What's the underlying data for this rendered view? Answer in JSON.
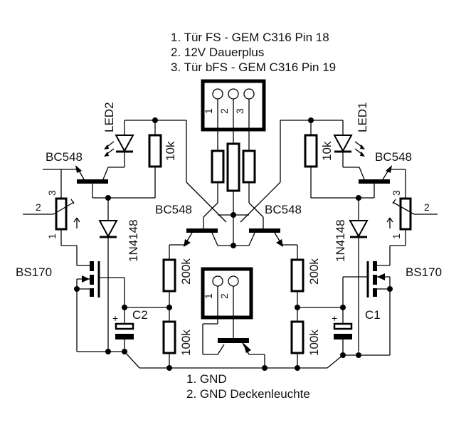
{
  "title": "Innenlicht-Schaltung",
  "top_connector": {
    "notes": [
      "1. Tür FS - GEM C316 Pin 18",
      "2. 12V Dauerplus",
      "3. Tür bFS - GEM C316 Pin 19"
    ],
    "pins": [
      "1",
      "2",
      "3"
    ]
  },
  "bottom_connector": {
    "notes": [
      "1. GND",
      "2. GND Deckenleuchte"
    ],
    "pins": [
      "1",
      "2"
    ]
  },
  "components": {
    "led_left": "LED2",
    "led_right": "LED1",
    "r_led_left": "10k",
    "r_led_right": "10k",
    "q_top_left": "BC548",
    "q_top_right": "BC548",
    "q_mid_left": "BC548",
    "q_mid_right": "BC548",
    "diode_left": "1N4148",
    "diode_right": "1N4148",
    "mosfet_left": "BS170",
    "mosfet_right": "BS170",
    "r_upper_left": "200k",
    "r_upper_right": "200k",
    "r_lower_left": "100k",
    "r_lower_right": "100k",
    "cap_left": "C2",
    "cap_right": "C1",
    "cap_plus": "+",
    "pot_pins": [
      "1",
      "2",
      "3"
    ]
  }
}
